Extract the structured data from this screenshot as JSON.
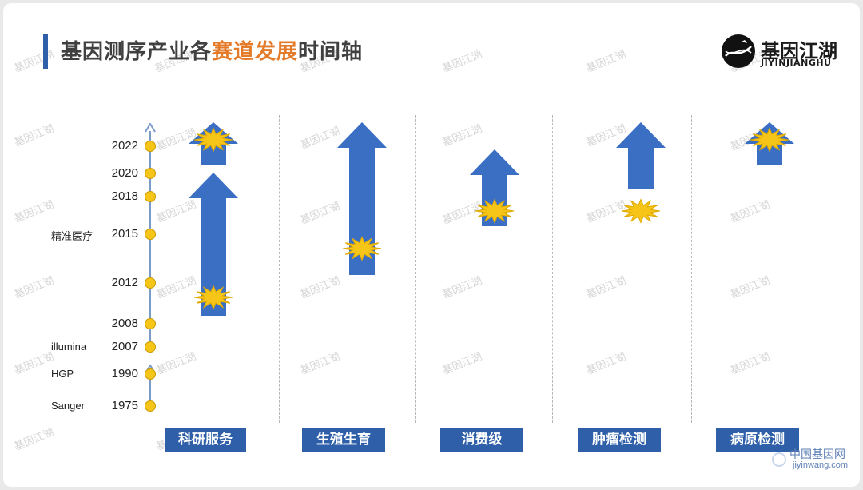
{
  "title": {
    "prefix": "基因测序产业各",
    "highlight": "赛道发展",
    "suffix": "时间轴"
  },
  "brand": {
    "name_cn": "基因江湖",
    "name_en": "JIYINJIANGHU"
  },
  "watermark_text": "基因江湖",
  "timeline": {
    "years": [
      "2022",
      "2020",
      "2018",
      "2015",
      "2012",
      "2008",
      "2007",
      "1990",
      "1975"
    ],
    "events": [
      {
        "year": "2015",
        "label": "精准医疗"
      },
      {
        "year": "2007",
        "label": "illumina"
      },
      {
        "year": "1990",
        "label": "HGP"
      },
      {
        "year": "1975",
        "label": "Sanger"
      }
    ]
  },
  "tracks": [
    {
      "label": "科研服务",
      "periods": [
        {
          "from": "2008",
          "to": "2018",
          "burst": "2012"
        },
        {
          "from": "2020",
          "to": "2022",
          "burst": "2022"
        }
      ]
    },
    {
      "label": "生殖生育",
      "periods": [
        {
          "from": "2012",
          "to": "2022",
          "burst": "2015"
        }
      ]
    },
    {
      "label": "消费级",
      "periods": [
        {
          "from": "2015",
          "to": "2020",
          "burst": "2018"
        }
      ]
    },
    {
      "label": "肿瘤检测",
      "periods": [
        {
          "from": "2018",
          "to": "2022",
          "burst": "2018"
        }
      ]
    },
    {
      "label": "病原检测",
      "periods": [
        {
          "from": "2020",
          "to": "2022",
          "burst": "2022"
        }
      ]
    }
  ],
  "footer": {
    "name_cn": "中国基因网",
    "url": "jiyinwang.com"
  },
  "colors": {
    "arrow": "#3a6fc4",
    "category_box": "#2e5fa8",
    "timeline_dot": "#f5c518",
    "burst": "#f5c518",
    "title_highlight": "#e47b2b"
  }
}
